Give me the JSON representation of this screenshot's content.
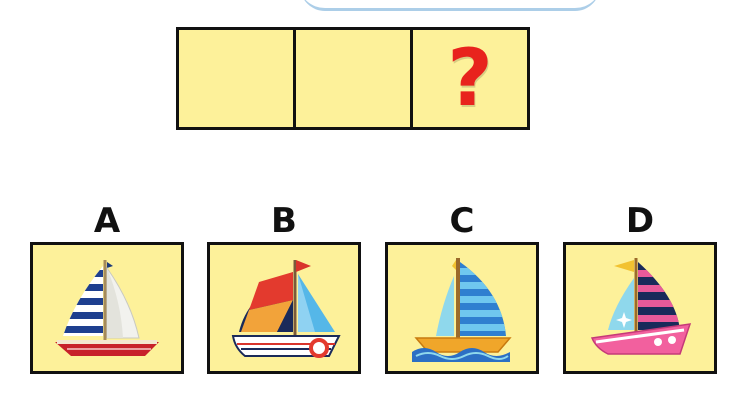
{
  "puzzle": {
    "question_mark": "?",
    "empty_cells": 2
  },
  "options": [
    {
      "letter": "A",
      "icon": "sailboat-striped-white-sail-icon"
    },
    {
      "letter": "B",
      "icon": "sailboat-red-navy-sail-lifebuoy-icon"
    },
    {
      "letter": "C",
      "icon": "sailboat-blue-striped-sail-waves-icon"
    },
    {
      "letter": "D",
      "icon": "sailboat-pink-hull-striped-sail-icon"
    }
  ],
  "colors": {
    "cell_background": "#fdf19a",
    "border": "#111111",
    "question_mark": "#e8231d"
  }
}
